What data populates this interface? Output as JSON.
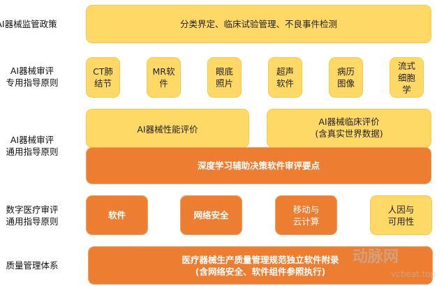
{
  "layers": [
    {
      "label": "AI器械监管政策",
      "boxes": [
        "分类界定、临床试验管理、不良事件检测"
      ]
    },
    {
      "label": "AI器械审评\n专用指导原则",
      "boxes": [
        "CT肺\n结节",
        "MR软\n件",
        "眼底\n照片",
        "超声\n软件",
        "病历\n图像",
        "流式\n细胞\n学"
      ]
    },
    {
      "label": "AI器械审评\n通用指导原则",
      "boxes": [
        "AI器械性能评价",
        "AI器械临床评价\n(含真实世界数据)",
        "深度学习辅助决策软件审评要点"
      ]
    },
    {
      "label": "数字医疗审评\n通用指导原则",
      "boxes": [
        "软件",
        "网络安全",
        "移动与\n云计算",
        "人因与\n可用性"
      ]
    },
    {
      "label": "质量管理体系",
      "boxes": [
        "医疗器械生产质量管理规范独立软件附录\n(含网络安全、软件组件参照执行)"
      ]
    }
  ],
  "watermark": {
    "name": "动脉网",
    "url": "vcbeat.top"
  },
  "colors": {
    "yellow": "#FFD966",
    "orange": "#ED7D31"
  }
}
